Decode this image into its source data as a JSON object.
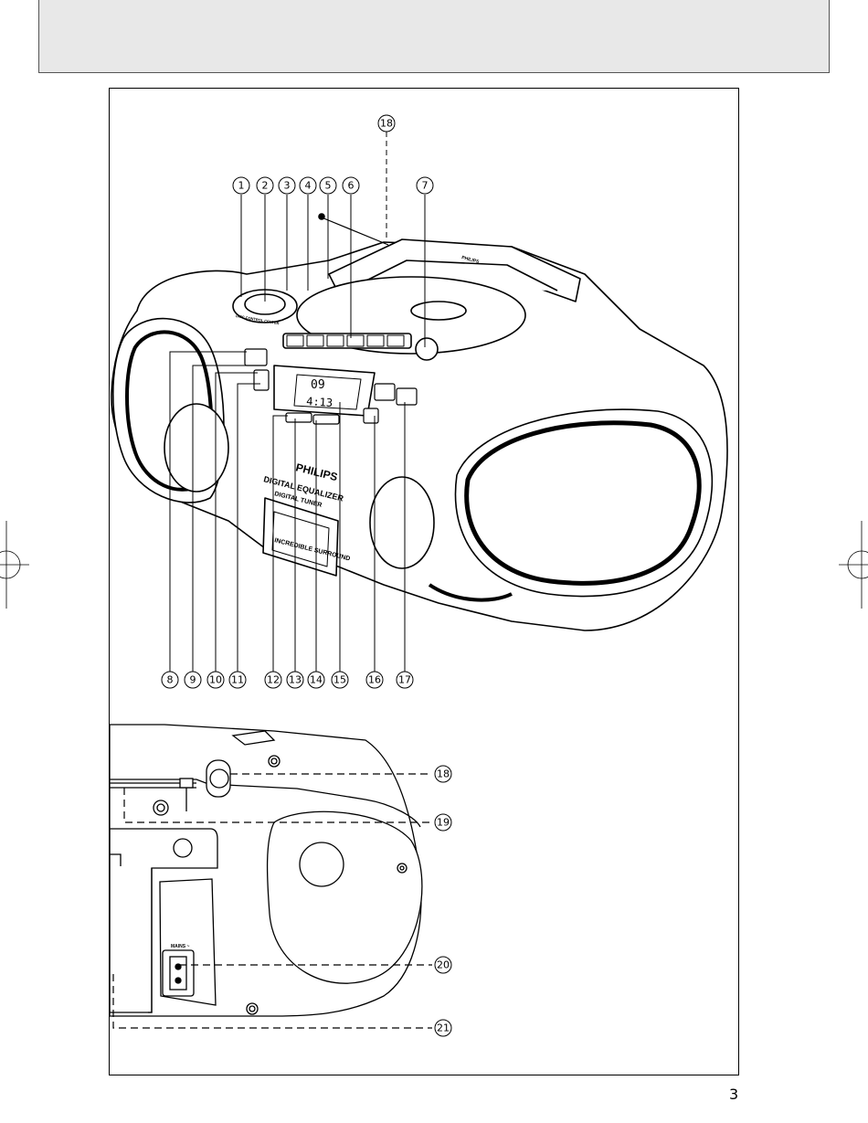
{
  "page": {
    "number": "3"
  },
  "device_labels": {
    "brand": "PHILIPS",
    "top_brand": "PHILIPS",
    "digital_equalizer": "DIGITAL EQUALIZER",
    "digital_tuner": "DIGITAL TUNER",
    "incredible_surround": "INCREDIBLE SURROUND",
    "disc_control": "DISC CONTROL CENTER",
    "display_track": "09",
    "display_time": "4:13",
    "mains": "MAINS ~"
  },
  "callouts_top": [
    "18"
  ],
  "callouts_row1": [
    "1",
    "2",
    "3",
    "4",
    "5",
    "6",
    "7"
  ],
  "callouts_row2": [
    "8",
    "9",
    "10",
    "11",
    "12",
    "13",
    "14",
    "15",
    "16",
    "17"
  ],
  "callouts_back": [
    "18",
    "19",
    "20",
    "21"
  ]
}
